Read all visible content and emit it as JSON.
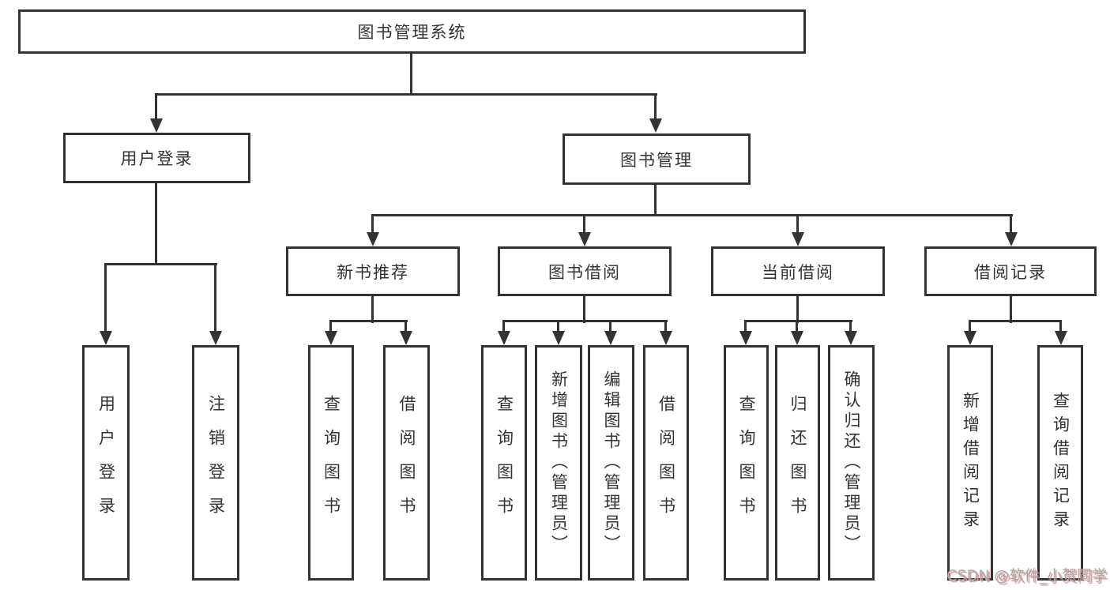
{
  "diagram": {
    "root": "图书管理系统",
    "user_login": {
      "label": "用户登录",
      "children": [
        "用户登录",
        "注销登录"
      ]
    },
    "book_management": {
      "label": "图书管理",
      "sections": [
        {
          "label": "新书推荐",
          "children": [
            "查询图书",
            "借阅图书"
          ]
        },
        {
          "label": "图书借阅",
          "children": [
            "查询图书",
            "新增图书（管理员）",
            "编辑图书（管理员）",
            "借阅图书"
          ]
        },
        {
          "label": "当前借阅",
          "children": [
            "查询图书",
            "归还图书",
            "确认归还（管理员）"
          ]
        },
        {
          "label": "借阅记录",
          "children": [
            "新增借阅记录",
            "查询借阅记录"
          ]
        }
      ]
    }
  },
  "watermark": {
    "text": "CSDN @软件_小贺同学"
  },
  "colors": {
    "line": "#333333",
    "background": "#ffffff",
    "text": "#333333",
    "watermark": "#ababab",
    "watermark_shadow": "#d98c8c"
  }
}
